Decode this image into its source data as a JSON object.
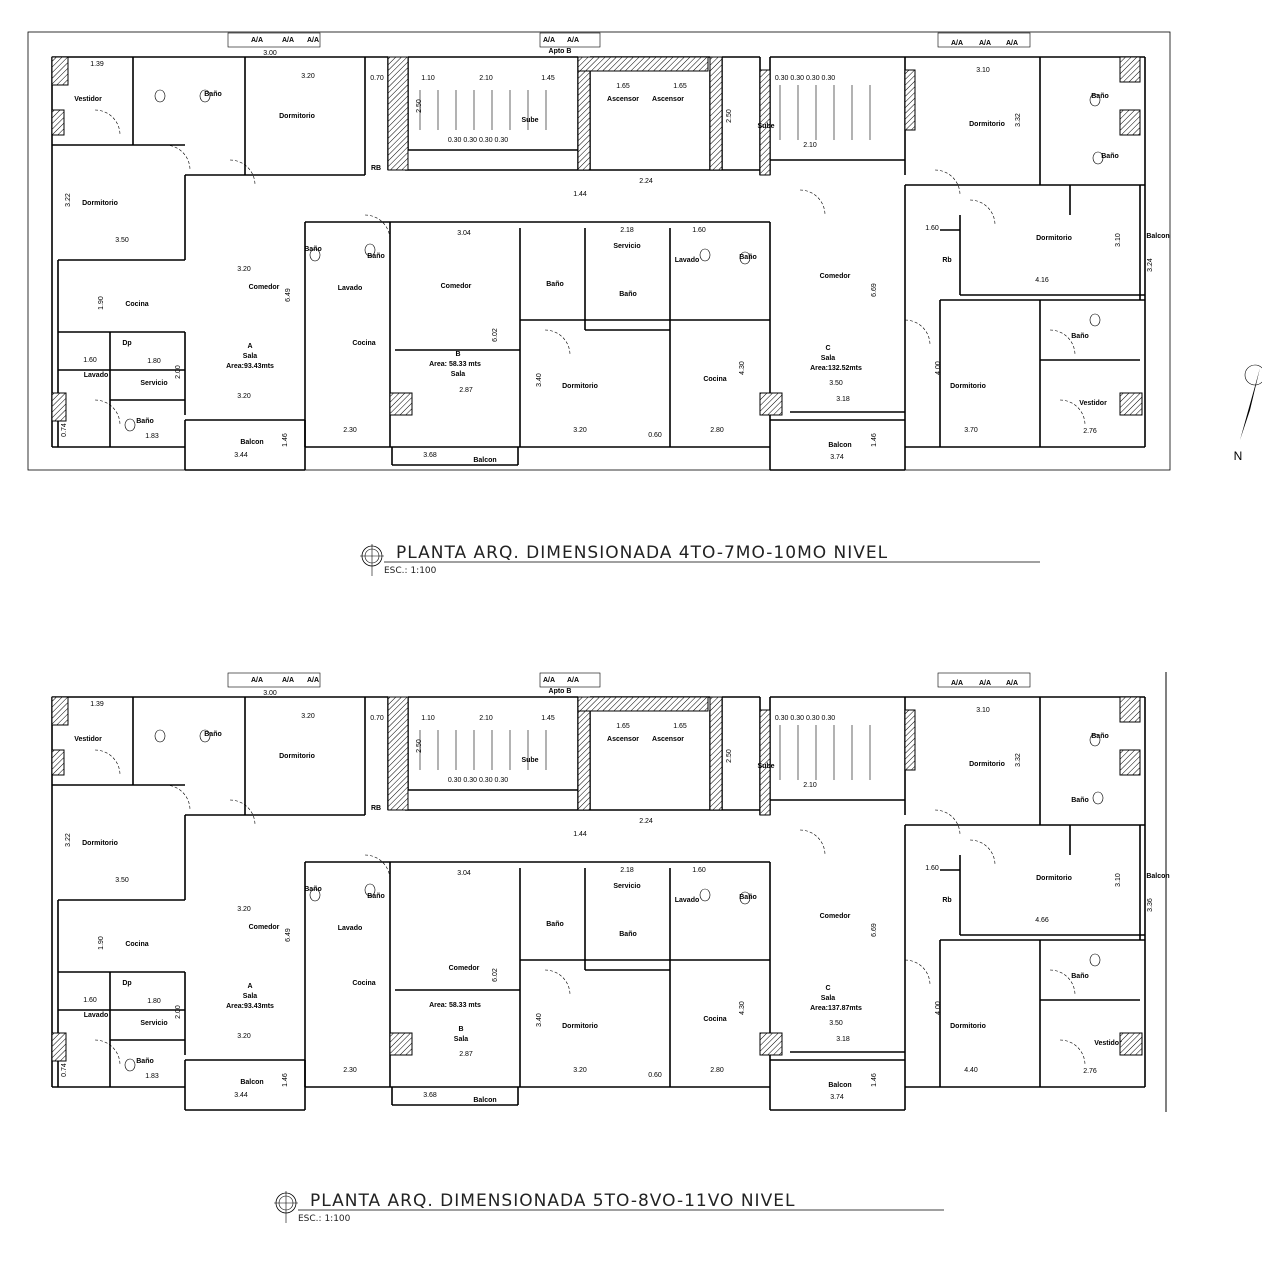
{
  "north_label": "N",
  "plans": [
    {
      "title": "PLANTA ARQ. DIMENSIONADA 4TO-7MO-10MO NIVEL",
      "scale": "ESC.: 1:100",
      "rooms": [
        "Vestidor",
        "Baño",
        "Dormitorio",
        "Dormitorio",
        "Cocina",
        "Comedor",
        "Dp",
        "Lavado",
        "Servicio",
        "Baño",
        "A",
        "Sala",
        "Area:93.43mts",
        "Balcon",
        "Baño",
        "Baño",
        "Lavado",
        "Comedor",
        "Cocina",
        "B",
        "Area: 58.33 mts",
        "Sala",
        "Balcon",
        "Sube",
        "Ascensor",
        "Ascensor",
        "Apto B",
        "Servicio",
        "Lavado",
        "Baño",
        "Baño",
        "Baño",
        "Dormitorio",
        "Cocina",
        "Comedor",
        "C",
        "Sala",
        "Area:132.52mts",
        "Balcon",
        "Sube",
        "Dormitorio",
        "Baño",
        "Baño",
        "Dormitorio",
        "Balcon",
        "Rb",
        "Baño",
        "Dormitorio",
        "Vestidor",
        "RB",
        "A/A",
        "A/A",
        "A/A",
        "A/A",
        "A/A",
        "A/A",
        "A/A",
        "A/A"
      ],
      "dims": [
        "3.00",
        "1.39",
        "3.20",
        "0.70",
        "1.10",
        "2.10",
        "1.45",
        "1.65",
        "1.65",
        "0.30 0.30 0.30 0.30",
        "3.10",
        "3.22",
        "3.50",
        "3.20",
        "6.49",
        "3.04",
        "2.18",
        "1.60",
        "1.44",
        "2.24",
        "6.69",
        "1.60",
        "4.16",
        "3.10",
        "3.20",
        "3.44",
        "2.87",
        "3.68",
        "3.20",
        "3.74",
        "3.50",
        "3.18",
        "3.70",
        "2.76",
        "4.00",
        "3.40",
        "6.02",
        "4.30",
        "1.46",
        "1.46",
        "2.50",
        "2.50",
        "3.32",
        "0.30 0.30 0.30 0.30",
        "2.10",
        "1.90",
        "1.80",
        "2.00",
        "1.60",
        "1.83",
        "2.30",
        "2.80",
        "0.60",
        "0.74",
        "3.24"
      ]
    },
    {
      "title": "PLANTA ARQ. DIMENSIONADA 5TO-8VO-11VO NIVEL",
      "scale": "ESC.: 1:100",
      "rooms": [
        "Vestidor",
        "Baño",
        "Dormitorio",
        "Dormitorio",
        "Cocina",
        "Comedor",
        "Dp",
        "Lavado",
        "Servicio",
        "Baño",
        "A",
        "Sala",
        "Area:93.43mts",
        "Balcon",
        "Baño",
        "Baño",
        "Lavado",
        "Comedor",
        "Cocina",
        "B",
        "Area: 58.33 mts",
        "Sala",
        "Balcon",
        "Sube",
        "Ascensor",
        "Ascensor",
        "Apto B",
        "Servicio",
        "Lavado",
        "Baño",
        "Baño",
        "Baño",
        "Dormitorio",
        "Cocina",
        "Comedor",
        "C",
        "Sala",
        "Area:137.87mts",
        "Balcon",
        "Sube",
        "Dormitorio",
        "Baño",
        "Baño",
        "Dormitorio",
        "Balcon",
        "Rb",
        "Baño",
        "Dormitorio",
        "Vestidor",
        "RB",
        "A/A",
        "A/A",
        "A/A",
        "A/A",
        "A/A",
        "A/A",
        "A/A",
        "A/A"
      ],
      "dims": [
        "3.00",
        "1.39",
        "3.20",
        "0.70",
        "1.10",
        "2.10",
        "1.45",
        "1.65",
        "1.65",
        "0.30 0.30 0.30 0.30",
        "3.10",
        "3.22",
        "3.50",
        "3.20",
        "6.49",
        "3.04",
        "2.18",
        "1.60",
        "1.44",
        "2.24",
        "6.69",
        "1.60",
        "4.66",
        "3.10",
        "3.20",
        "3.44",
        "2.87",
        "3.68",
        "3.20",
        "3.74",
        "3.50",
        "3.18",
        "4.40",
        "2.76",
        "4.00",
        "3.40",
        "6.02",
        "4.30",
        "1.46",
        "1.46",
        "2.50",
        "2.50",
        "3.32",
        "0.30 0.30 0.30 0.30",
        "2.10",
        "1.90",
        "1.80",
        "2.00",
        "1.60",
        "1.83",
        "2.30",
        "2.80",
        "0.60",
        "0.74",
        "3.36"
      ]
    }
  ]
}
